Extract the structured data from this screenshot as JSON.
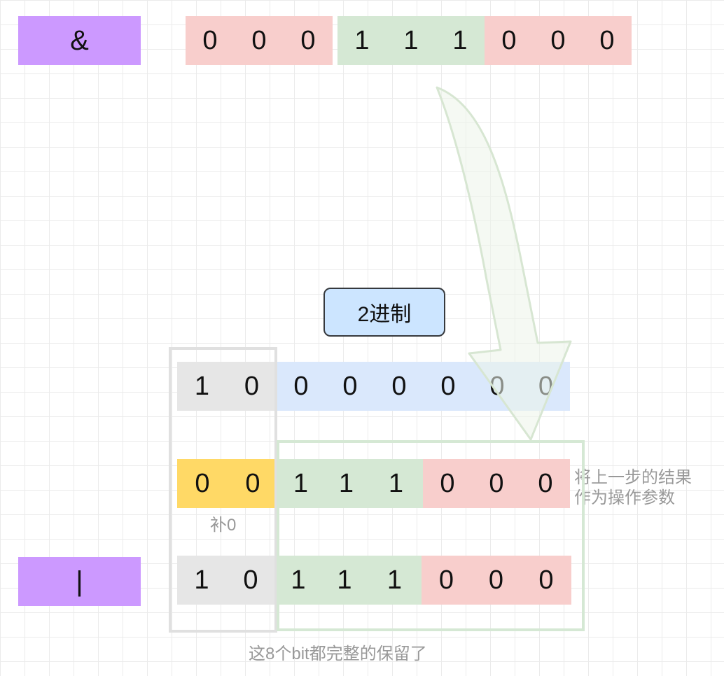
{
  "operators": {
    "and": "&",
    "or": "|"
  },
  "row_and": [
    "0",
    "0",
    "0",
    "1",
    "1",
    "1",
    "0",
    "0",
    "0"
  ],
  "base_label": "2进制",
  "row_binary": [
    "1",
    "0",
    "0",
    "0",
    "0",
    "0",
    "0",
    "0"
  ],
  "row_operand": [
    "0",
    "0",
    "1",
    "1",
    "1",
    "0",
    "0",
    "0"
  ],
  "row_result": [
    "1",
    "0",
    "1",
    "1",
    "1",
    "0",
    "0",
    "0"
  ],
  "pad_note": "补0",
  "side_note_line1": "将上一步的结果",
  "side_note_line2": "作为操作参数",
  "bottom_note": "这8个bit都完整的保留了",
  "colors": {
    "operator": "#cc99ff",
    "pink": "#f8cecc",
    "green": "#d5e8d4",
    "blue": "#dae8fc",
    "gray": "#e6e6e6",
    "yellow": "#ffd966",
    "label": "#cce5ff",
    "frame_gray": "#e0e0e0",
    "frame_green": "#d5e8d4"
  }
}
